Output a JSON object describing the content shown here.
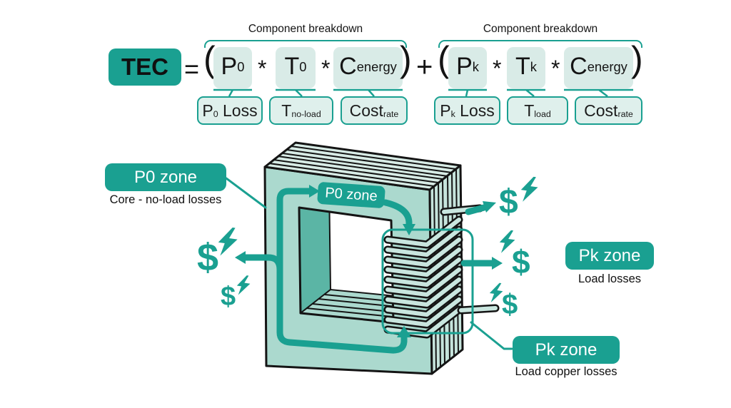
{
  "formula": {
    "result": "TEC",
    "operators": {
      "equals": "=",
      "times": "*",
      "plus": "+",
      "open": "(",
      "close": ")"
    },
    "breakdown1": {
      "label": "Component breakdown"
    },
    "breakdown2": {
      "label": "Component breakdown"
    },
    "g1": {
      "p_base": "P",
      "p_sub": "0",
      "t_base": "T",
      "t_sub": "0",
      "c_base": "C",
      "c_sub": "energy"
    },
    "g2": {
      "p_base": "P",
      "p_sub": "k",
      "t_base": "T",
      "t_sub": "k",
      "c_base": "C",
      "c_sub": "energy"
    },
    "callouts": {
      "p0_base": "P",
      "p0_sub": "0",
      "p0_rest": "Loss",
      "t0_base": "T",
      "t0_sub": "no-load",
      "c1_base": "Cost",
      "c1_sub": "rate",
      "pk_base": "P",
      "pk_sub": "k",
      "pk_rest": "Loss",
      "tk_base": "T",
      "tk_sub": "load",
      "c2_base": "Cost",
      "c2_sub": "rate"
    }
  },
  "diagram": {
    "p0_zone": {
      "label": "P0 zone",
      "caption": "Core - no-load losses"
    },
    "p0_zone_core_tag": {
      "label": "P0 zone"
    },
    "pk_zone_right": {
      "label": "Pk zone",
      "caption": "Load losses"
    },
    "pk_zone_bottom": {
      "label": "Pk zone",
      "caption": "Load copper losses"
    },
    "currency_symbol": "$",
    "icons": {
      "money_loss": "dollar-bolt-icon",
      "flux_flow": "flux-arrow-loop"
    }
  },
  "colors": {
    "teal": "#1aa091",
    "mint_front": "#abd9ce",
    "mint_top": "#d8ece6",
    "mint_right": "#c6e4dc",
    "inner_dark": "#5bb5a5",
    "wire": "#c9e6df",
    "highlight": "#d9ebe7",
    "callout_fill": "#dff0ec",
    "ink": "#141414",
    "white": "#ffffff"
  }
}
